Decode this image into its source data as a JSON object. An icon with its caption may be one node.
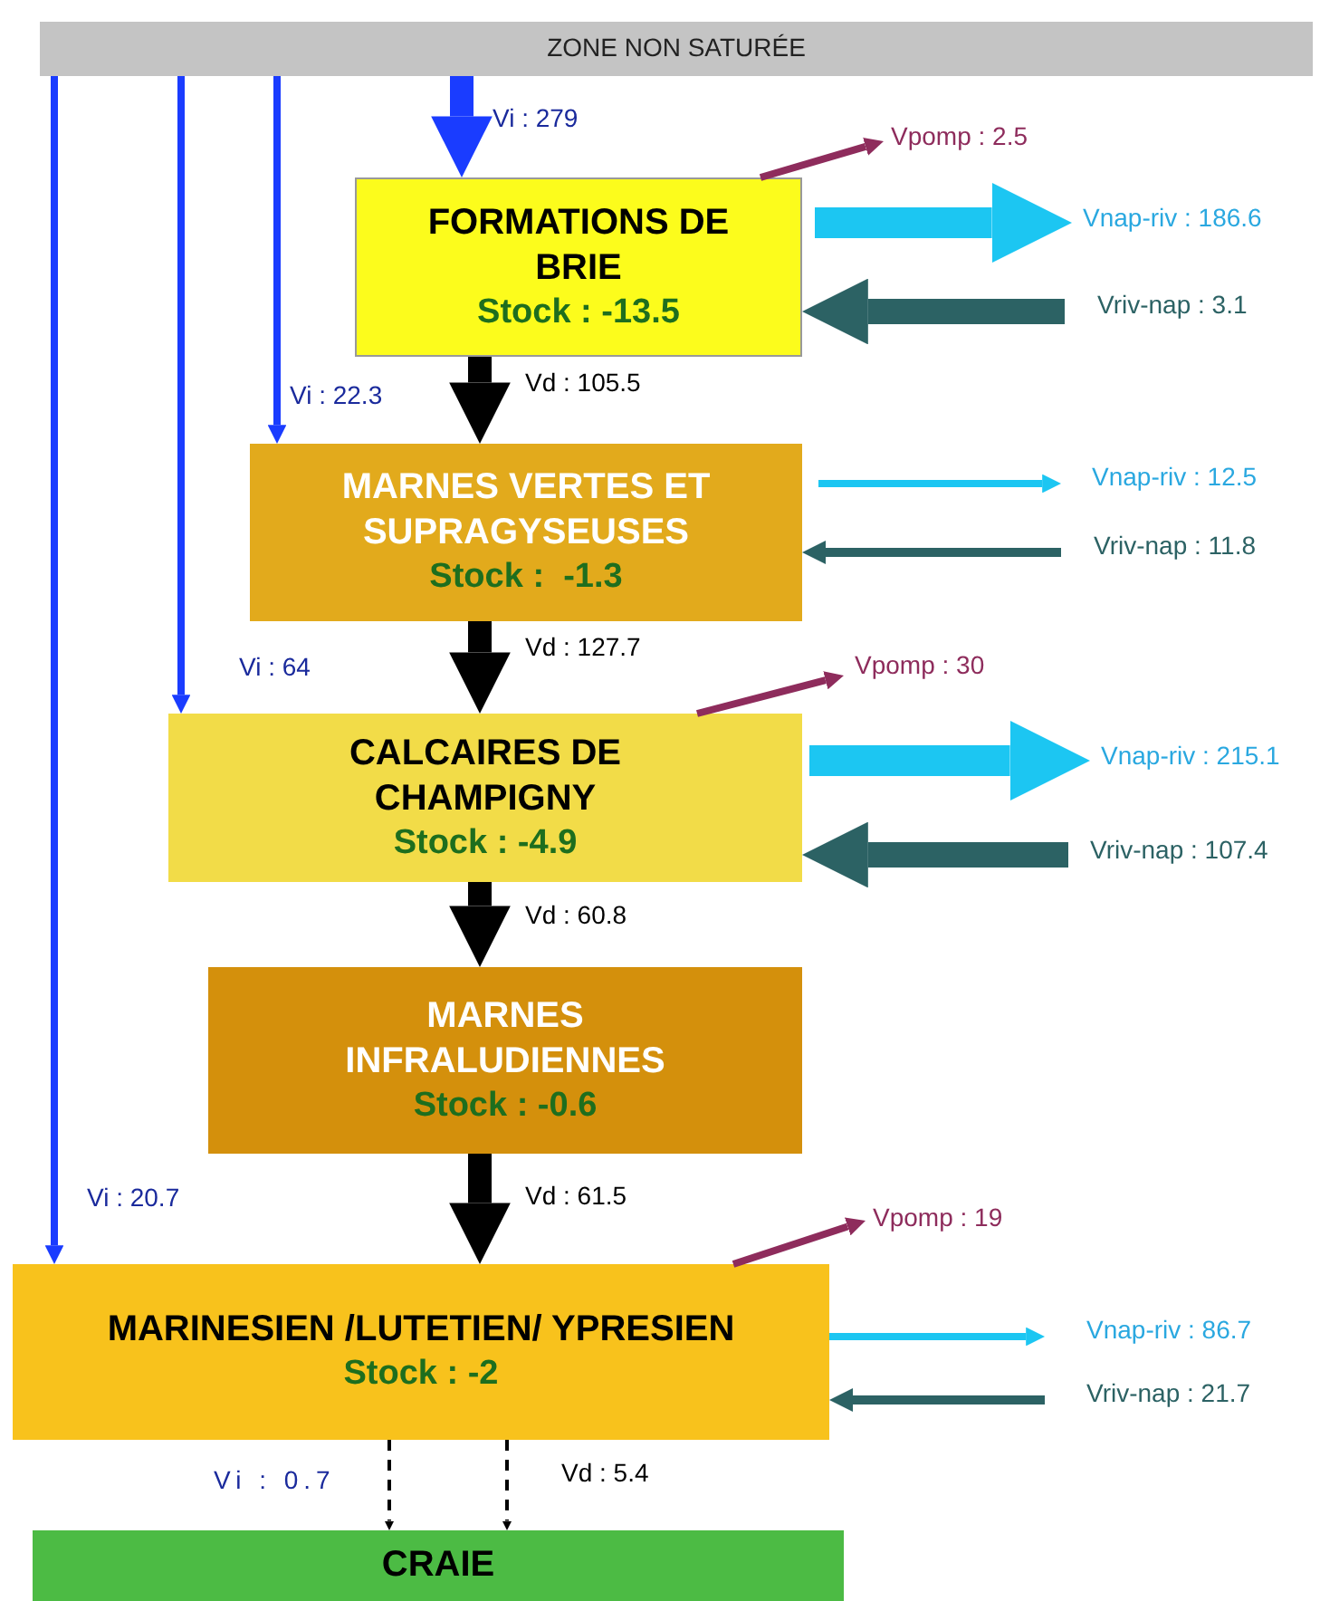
{
  "diagram": {
    "nodes": [
      {
        "text": [
          "ZONE NON SATURÉE"
        ]
      },
      {
        "text": [
          "FORMATIONS DE BRIE",
          "Stock : -13.5"
        ]
      },
      {
        "text": [
          "MARNES VERTES ET SUPRAGYSEUSES",
          "Stock :  -1.3"
        ]
      },
      {
        "text": [
          "CALCAIRES DE CHAMPIGNY",
          "Stock : -4.9"
        ]
      },
      {
        "text": [
          "MARNES INFRALUDIENNES",
          "Stock : -0.6"
        ]
      },
      {
        "text": [
          "MARINESIEN /LUTETIEN/ YPRESIEN",
          "Stock : -2"
        ]
      },
      {
        "text": [
          "CRAIE"
        ]
      }
    ],
    "edges": [
      {
        "from": 0,
        "to": 1,
        "arrow": "to",
        "label": "Vi : 279",
        "style": "thick",
        "color": "#1a3cff"
      },
      {
        "from": 0,
        "to": 2,
        "arrow": "to",
        "label": "Vi : 22.3",
        "color": "#1a3cff"
      },
      {
        "from": 0,
        "to": 3,
        "arrow": "to",
        "label": "Vi : 64",
        "color": "#1a3cff"
      },
      {
        "from": 0,
        "to": 5,
        "arrow": "to",
        "label": "Vi : 20.7",
        "color": "#1a3cff"
      },
      {
        "from": 1,
        "to": 2,
        "arrow": "to",
        "label": "Vd : 105.5",
        "style": "thick"
      },
      {
        "from": 2,
        "to": 3,
        "arrow": "to",
        "label": "Vd : 127.7",
        "style": "thick"
      },
      {
        "from": 3,
        "to": 4,
        "arrow": "to",
        "label": "Vd : 60.8",
        "style": "thick"
      },
      {
        "from": 4,
        "to": 5,
        "arrow": "to",
        "label": "Vd : 61.5",
        "style": "thick"
      },
      {
        "from": 1,
        "to": null,
        "arrow": "to",
        "label": "Vpomp : 2.5",
        "color": "#8e2c5c"
      },
      {
        "from": 1,
        "to": null,
        "arrow": "to",
        "label": "Vnap-riv : 186.6",
        "style": "thick",
        "color": "#1cc6f2"
      },
      {
        "from": null,
        "to": 1,
        "arrow": "to",
        "label": "Vriv-nap : 3.1",
        "style": "thick",
        "color": "#2c6264"
      },
      {
        "from": 2,
        "to": null,
        "arrow": "to",
        "label": "Vnap-riv : 12.5",
        "color": "#1cc6f2"
      },
      {
        "from": null,
        "to": 2,
        "arrow": "to",
        "label": "Vriv-nap : 11.8",
        "color": "#2c6264"
      },
      {
        "from": 3,
        "to": null,
        "arrow": "to",
        "label": "Vpomp : 30",
        "color": "#8e2c5c"
      },
      {
        "from": 3,
        "to": null,
        "arrow": "to",
        "label": "Vnap-riv : 215.1",
        "style": "thick",
        "color": "#1cc6f2"
      },
      {
        "from": null,
        "to": 3,
        "arrow": "to",
        "label": "Vriv-nap : 107.4",
        "style": "thick",
        "color": "#2c6264"
      },
      {
        "from": 5,
        "to": null,
        "arrow": "to",
        "label": "Vpomp : 19",
        "color": "#8e2c5c"
      },
      {
        "from": 5,
        "to": null,
        "arrow": "to",
        "label": "Vnap-riv : 86.7",
        "color": "#1cc6f2"
      },
      {
        "from": null,
        "to": 5,
        "arrow": "to",
        "label": "Vriv-nap : 21.7",
        "color": "#2c6264"
      },
      {
        "from": 5,
        "to": 6,
        "arrow": "to",
        "label": "Vi : 0.7",
        "style": "dashed"
      },
      {
        "from": 5,
        "to": 6,
        "arrow": "to",
        "label": "Vd : 5.4",
        "style": "dashed"
      }
    ]
  }
}
